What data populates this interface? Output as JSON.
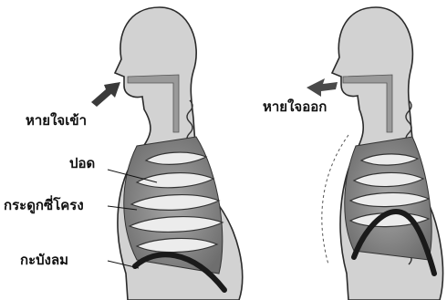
{
  "diagram": {
    "labels": {
      "inhale": "หายใจเข้า",
      "exhale": "หายใจออก",
      "lung": "ปอด",
      "ribs": "กระดูกซี่โครง",
      "diaphragm": "กะบังลม"
    },
    "colors": {
      "body_fill": "#d4d4d4",
      "body_outline": "#2a2a2a",
      "airway": "#9a9a9a",
      "lung_fill": "#8c8c8c",
      "rib_fill": "#e8e8e8",
      "diaphragm": "#1a1a1a",
      "arrow": "#3a3a3a"
    }
  }
}
